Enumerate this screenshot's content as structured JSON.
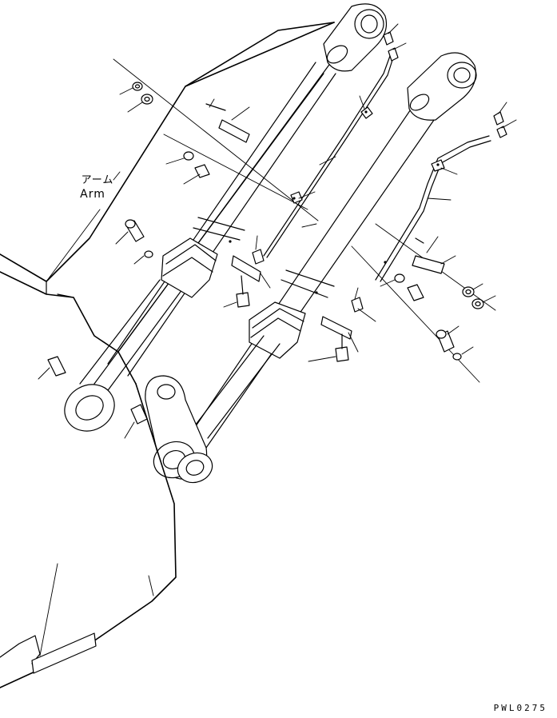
{
  "labels": {
    "arm_jp": "アーム",
    "arm_en": "Arm"
  },
  "drawing_code": "PWL0275"
}
